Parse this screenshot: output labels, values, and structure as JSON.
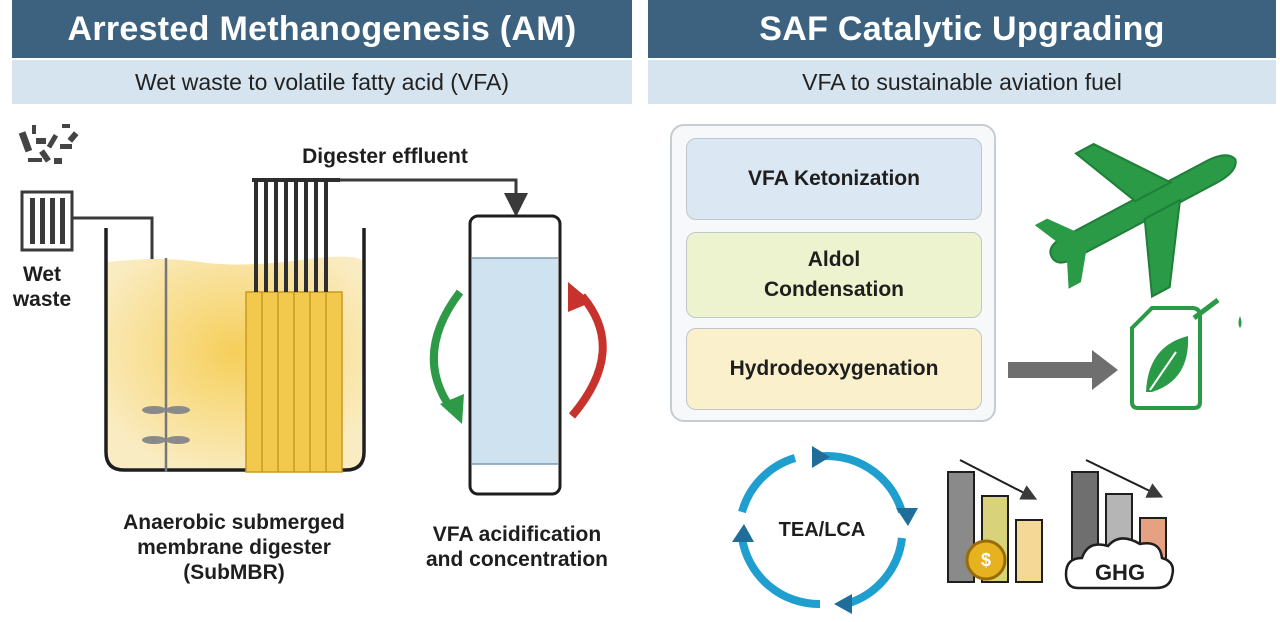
{
  "left_panel": {
    "title": "Arrested Methanogenesis (AM)",
    "subtitle": "Wet waste to volatile fatty acid (VFA)",
    "wet_waste_label": "Wet\nwaste",
    "effluent_label": "Digester effluent",
    "digester_label": "Anaerobic submerged\nmembrane digester\n(SubMBR)",
    "column_label": "VFA acidification\nand concentration"
  },
  "right_panel": {
    "title": "SAF Catalytic Upgrading",
    "subtitle": "VFA to sustainable aviation fuel",
    "steps": [
      "VFA Ketonization",
      "Aldol\nCondensation",
      "Hydrodeoxygenation"
    ],
    "cycle_label": "TEA/LCA",
    "cost_symbol": "$",
    "ghg_label": "GHG"
  },
  "colors": {
    "header_bg": "#3d6280",
    "subheader_bg": "#d5e4ef",
    "digester_fill": "#f7e2a4",
    "membrane_fill": "#f2c94c",
    "column_fill": "#cfe2f0",
    "green_arrow": "#2e9a48",
    "red_arrow": "#c8322c",
    "plane_green": "#2a9a47",
    "cycle_blue": "#1f9fd0",
    "step1_bg": "#dbe8f3",
    "step2_bg": "#eef3cf",
    "step3_bg": "#faf0cc"
  }
}
